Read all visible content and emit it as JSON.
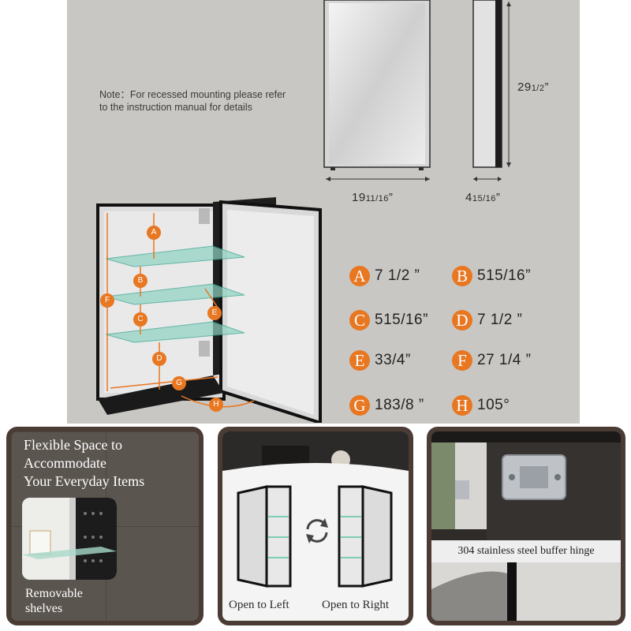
{
  "note": {
    "line1": "Note：For recessed mounting please refer",
    "line2": "to the instruction manual for details"
  },
  "dimensions": {
    "height": {
      "whole": "29",
      "frac": "1/2",
      "unit": "”"
    },
    "width": {
      "whole": "19",
      "frac": "11/16",
      "unit": "”"
    },
    "depth": {
      "whole": "4",
      "frac": "15/16",
      "unit": "”"
    }
  },
  "labels": [
    {
      "letter": "A",
      "value": "7 1/2 ”"
    },
    {
      "letter": "B",
      "value": "515/16”"
    },
    {
      "letter": "C",
      "value": "515/16”"
    },
    {
      "letter": "D",
      "value": "7 1/2 ”"
    },
    {
      "letter": "E",
      "value": "33/4”"
    },
    {
      "letter": "F",
      "value": "27 1/4 ”"
    },
    {
      "letter": "G",
      "value": "183/8 ”"
    },
    {
      "letter": "H",
      "value": "105°"
    }
  ],
  "panels": {
    "flexible": {
      "title_line1": "Flexible Space to",
      "title_line2": "Accommodate",
      "title_line3": "Your Everyday Items",
      "caption_line1": "Removable",
      "caption_line2": "shelves"
    },
    "reversible": {
      "left_caption": "Open to Left",
      "right_caption": "Open to Right"
    },
    "hinge": {
      "caption": "304 stainless steel buffer hinge"
    }
  },
  "colors": {
    "accent": "#e87722",
    "background": "#c9c7c3",
    "frame": "#1c1c1c",
    "panel_border": "#4a3b34"
  },
  "icons": {
    "swap": "swap-arrows-icon"
  }
}
